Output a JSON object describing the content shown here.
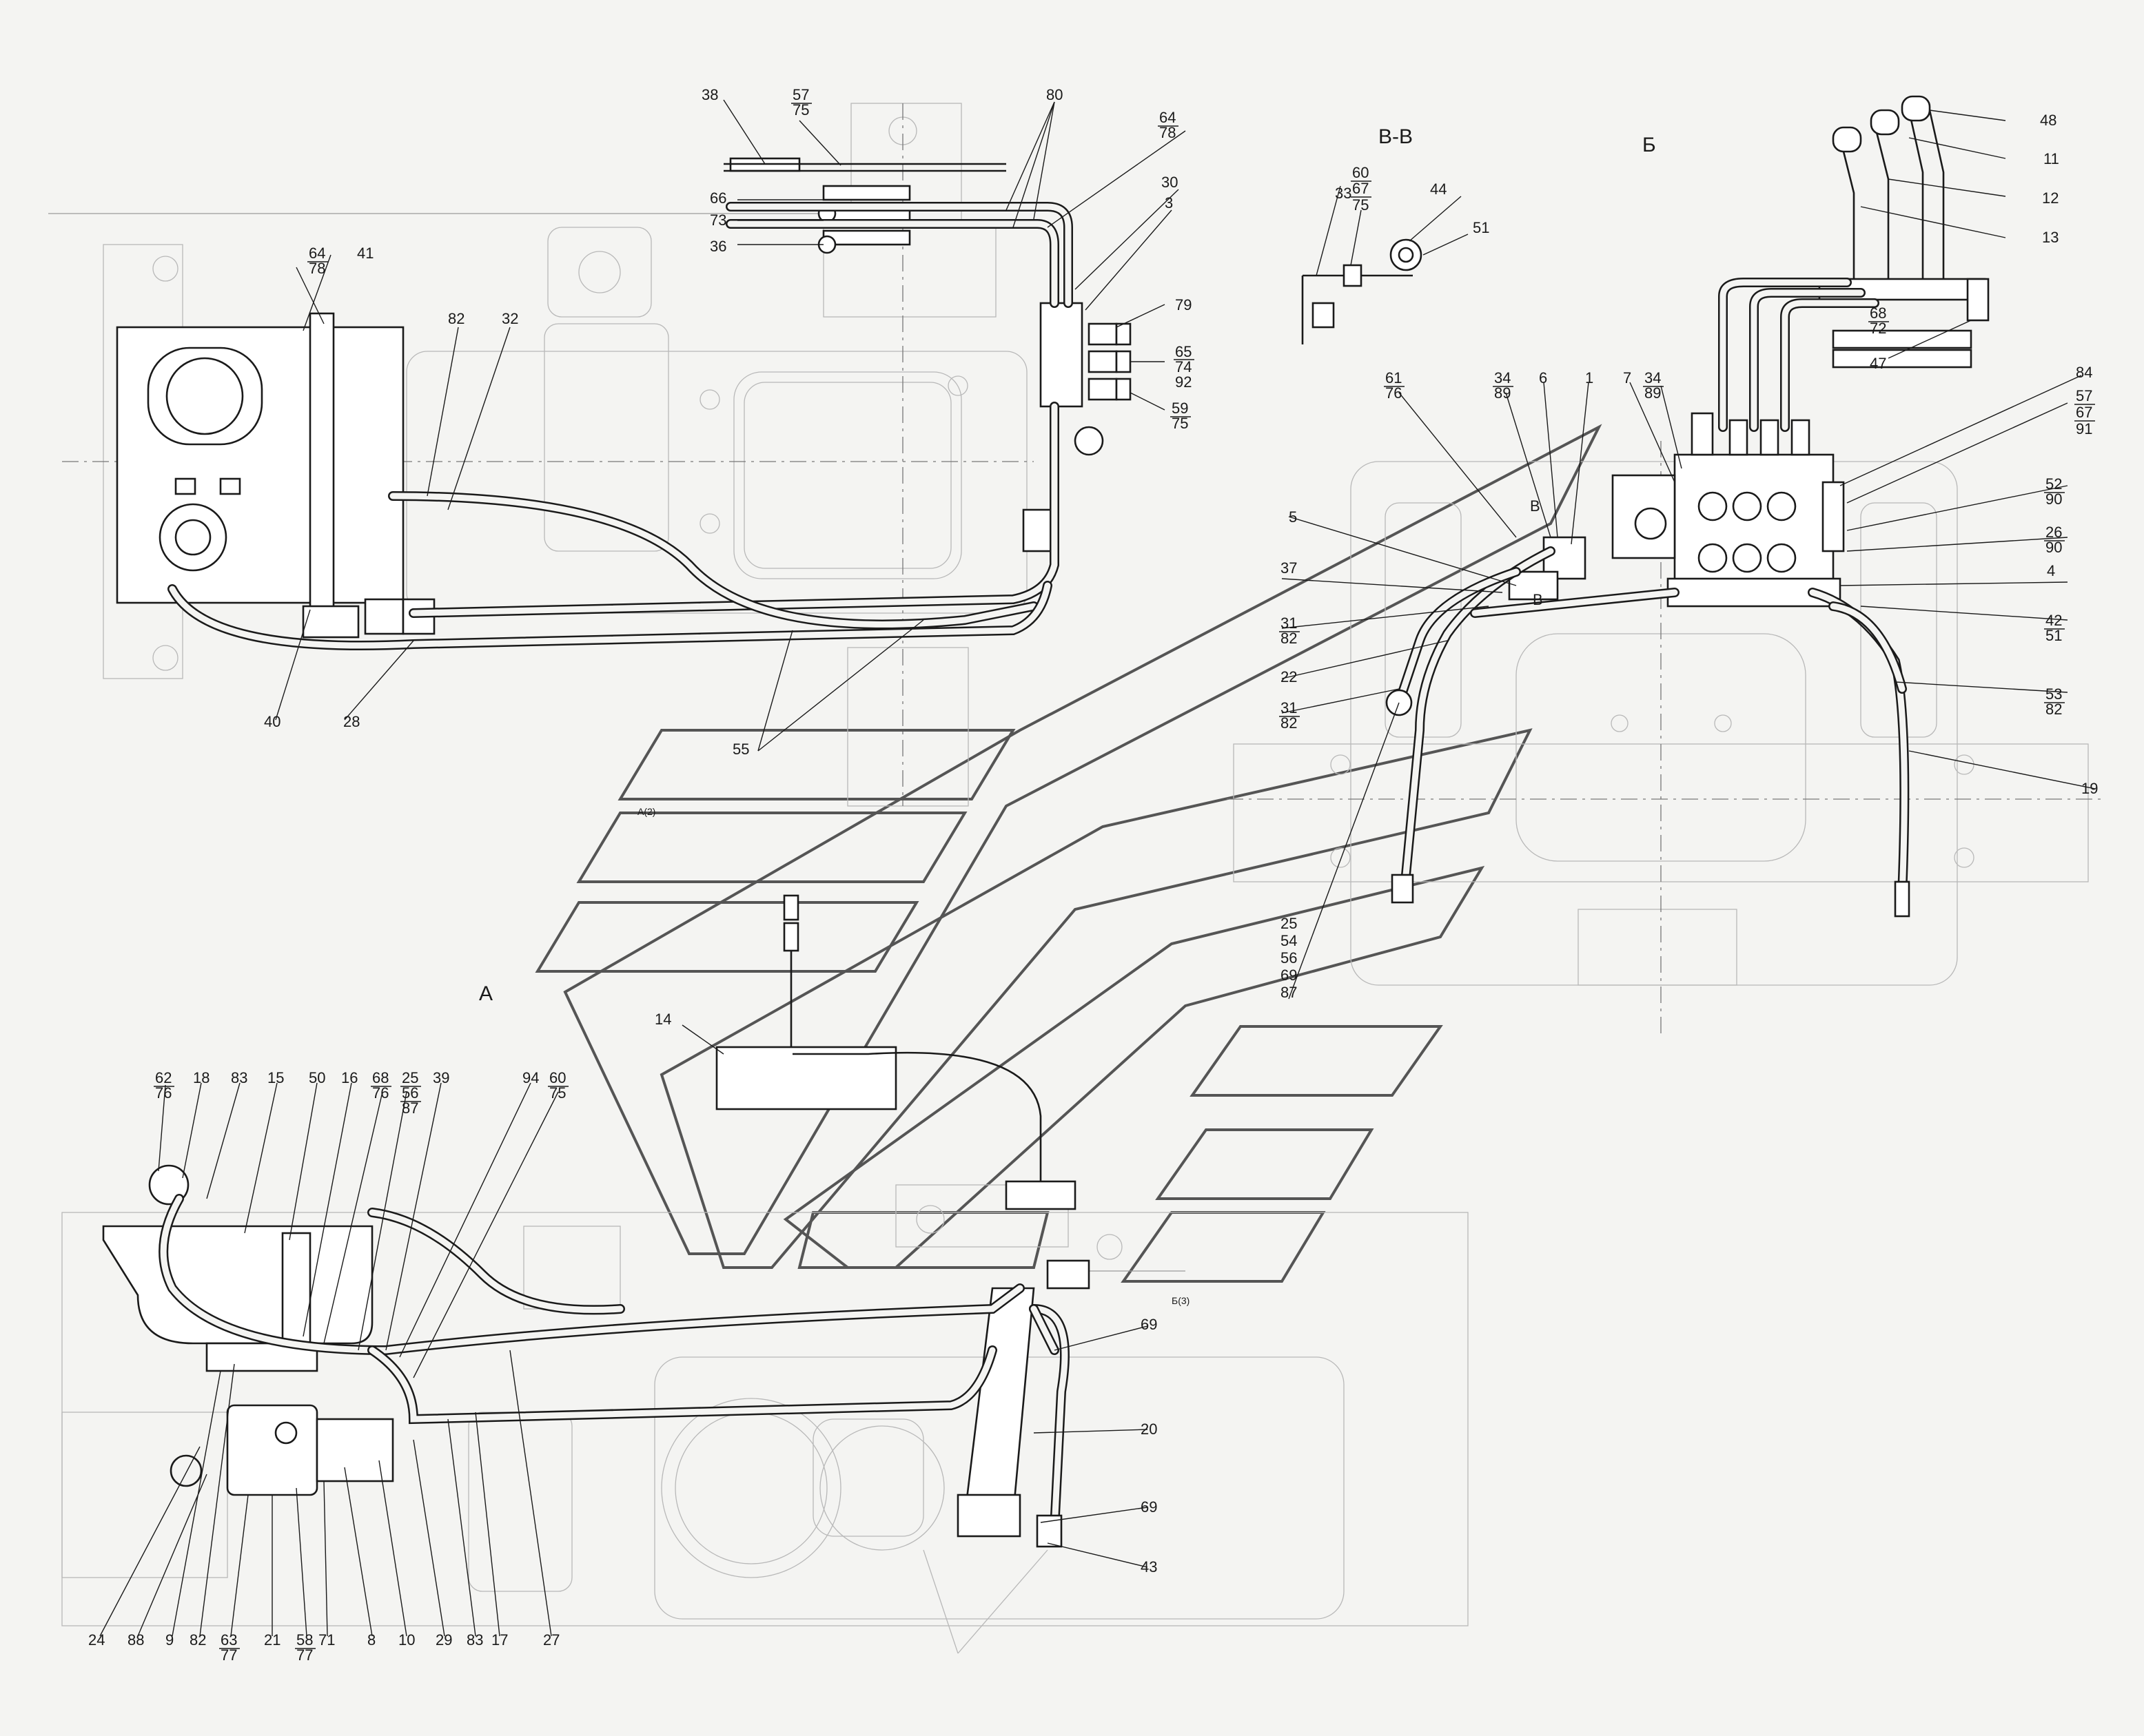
{
  "views": {
    "view_a": "А",
    "view_b": "Б",
    "section_vv": "В-В",
    "marker_v": "В",
    "ref_a2": "А(2)",
    "ref_b3": "Б(3)"
  },
  "callouts": [
    {
      "id": "c38",
      "text": "38"
    },
    {
      "id": "c57_75",
      "top": "57",
      "bottom": "75"
    },
    {
      "id": "c80",
      "text": "80"
    },
    {
      "id": "c64_78a",
      "top": "64",
      "bottom": "78"
    },
    {
      "id": "c66",
      "text": "66"
    },
    {
      "id": "c73",
      "text": "73"
    },
    {
      "id": "c36",
      "text": "36"
    },
    {
      "id": "c30",
      "text": "30"
    },
    {
      "id": "c3",
      "text": "3"
    },
    {
      "id": "c79",
      "text": "79"
    },
    {
      "id": "c65_74_92",
      "lines": [
        "65",
        "74",
        "92"
      ]
    },
    {
      "id": "c59_75",
      "top": "59",
      "bottom": "75"
    },
    {
      "id": "c64_78b",
      "top": "64",
      "bottom": "78"
    },
    {
      "id": "c41",
      "text": "41"
    },
    {
      "id": "c82a",
      "text": "82"
    },
    {
      "id": "c32",
      "text": "32"
    },
    {
      "id": "c40",
      "text": "40"
    },
    {
      "id": "c28",
      "text": "28"
    },
    {
      "id": "c55",
      "text": "55"
    },
    {
      "id": "c33",
      "text": "33"
    },
    {
      "id": "c60_67_75",
      "lines": [
        "60",
        "67",
        "75"
      ]
    },
    {
      "id": "c44",
      "text": "44"
    },
    {
      "id": "c51",
      "text": "51"
    },
    {
      "id": "c48",
      "text": "48"
    },
    {
      "id": "c11",
      "text": "11"
    },
    {
      "id": "c12",
      "text": "12"
    },
    {
      "id": "c13",
      "text": "13"
    },
    {
      "id": "c68_72",
      "top": "68",
      "bottom": "72"
    },
    {
      "id": "c47",
      "text": "47"
    },
    {
      "id": "c61_76",
      "top": "61",
      "bottom": "76"
    },
    {
      "id": "c34_89a",
      "top": "34",
      "bottom": "89"
    },
    {
      "id": "c6",
      "text": "6"
    },
    {
      "id": "c1",
      "text": "1"
    },
    {
      "id": "c7",
      "text": "7"
    },
    {
      "id": "c34_89b",
      "top": "34",
      "bottom": "89"
    },
    {
      "id": "c84",
      "text": "84"
    },
    {
      "id": "c57_67_91",
      "lines": [
        "57",
        "67",
        "91"
      ]
    },
    {
      "id": "c52_90",
      "top": "52",
      "bottom": "90"
    },
    {
      "id": "c26_90",
      "top": "26",
      "bottom": "90"
    },
    {
      "id": "c4",
      "text": "4"
    },
    {
      "id": "c42_51",
      "top": "42",
      "bottom": "51"
    },
    {
      "id": "c53_82",
      "top": "53",
      "bottom": "82"
    },
    {
      "id": "c19",
      "text": "19"
    },
    {
      "id": "c5",
      "text": "5"
    },
    {
      "id": "c37",
      "text": "37"
    },
    {
      "id": "c31_82a",
      "top": "31",
      "bottom": "82"
    },
    {
      "id": "c22",
      "text": "22"
    },
    {
      "id": "c31_82b",
      "top": "31",
      "bottom": "82"
    },
    {
      "id": "c25_stack",
      "lines": [
        "25",
        "54",
        "56",
        "69",
        "87"
      ]
    },
    {
      "id": "c14",
      "text": "14"
    },
    {
      "id": "c62_76",
      "top": "62",
      "bottom": "76"
    },
    {
      "id": "c18",
      "text": "18"
    },
    {
      "id": "c83a",
      "text": "83"
    },
    {
      "id": "c15",
      "text": "15"
    },
    {
      "id": "c50",
      "text": "50"
    },
    {
      "id": "c16",
      "text": "16"
    },
    {
      "id": "c68_76",
      "top": "68",
      "bottom": "76"
    },
    {
      "id": "c25_56_87",
      "lines": [
        "25",
        "56",
        "87"
      ]
    },
    {
      "id": "c39",
      "text": "39"
    },
    {
      "id": "c94",
      "text": "94"
    },
    {
      "id": "c60_75",
      "top": "60",
      "bottom": "75"
    },
    {
      "id": "c69a",
      "text": "69"
    },
    {
      "id": "c20",
      "text": "20"
    },
    {
      "id": "c69b",
      "text": "69"
    },
    {
      "id": "c43",
      "text": "43"
    },
    {
      "id": "c24",
      "text": "24"
    },
    {
      "id": "c88",
      "text": "88"
    },
    {
      "id": "c9",
      "text": "9"
    },
    {
      "id": "c82b",
      "text": "82"
    },
    {
      "id": "c63_77",
      "top": "63",
      "bottom": "77"
    },
    {
      "id": "c21",
      "text": "21"
    },
    {
      "id": "c58_77",
      "top": "58",
      "bottom": "77"
    },
    {
      "id": "c71",
      "text": "71"
    },
    {
      "id": "c8",
      "text": "8"
    },
    {
      "id": "c10",
      "text": "10"
    },
    {
      "id": "c29",
      "text": "29"
    },
    {
      "id": "c83b",
      "text": "83"
    },
    {
      "id": "c17",
      "text": "17"
    },
    {
      "id": "c27",
      "text": "27"
    }
  ]
}
